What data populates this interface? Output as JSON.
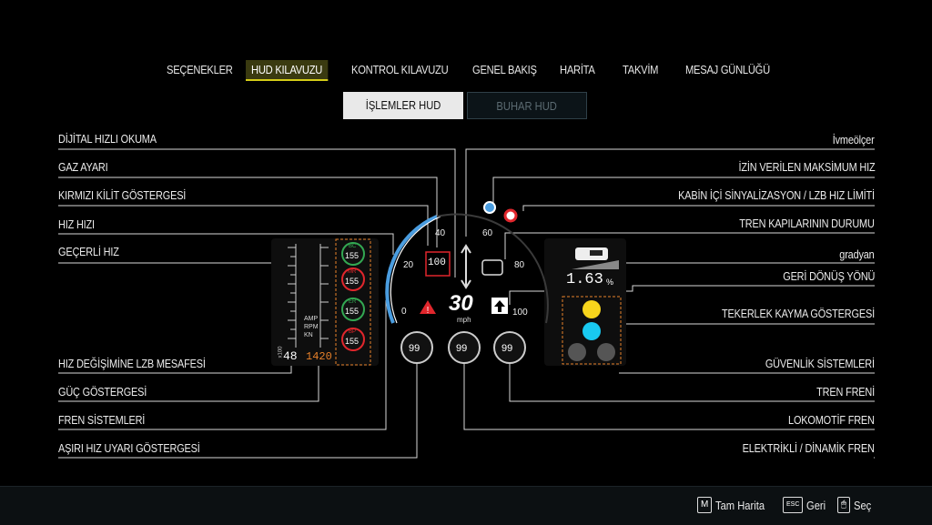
{
  "nav": {
    "tabs": [
      "SEÇENEKLER",
      "HUD KILAVUZU",
      "KONTROL KILAVUZU",
      "GENEL BAKIŞ",
      "HARİTA",
      "TAKVİM",
      "MESAJ GÜNLÜĞÜ"
    ],
    "active": "HUD KILAVUZU"
  },
  "subtabs": {
    "islemler": "İŞLEMLER HUD",
    "buhar": "BUHAR HUD"
  },
  "labels_left": {
    "digital_speed": "DİJİTAL HIZLI OKUMA",
    "throttle": "GAZ AYARI",
    "red_lock": "KIRMIZI KİLİT GÖSTERGESİ",
    "speed_rate": "HIZ HIZI",
    "current_speed": "GEÇERLİ HIZ",
    "lzb_distance": "HIZ DEĞİŞİMİNE LZB MESAFESİ",
    "power": "GÜÇ GÖSTERGESİ",
    "brake_systems": "FREN SİSTEMLERİ",
    "overspeed": "AŞIRI HIZ UYARI GÖSTERGESİ"
  },
  "labels_right": {
    "accelerometer": "İvmeölçer",
    "max_speed": "İZİN VERİLEN MAKSİMUM HIZ",
    "cab_signal": "KABİN İÇİ SİNYALİZASYON / LZB HIZ LİMİTİ",
    "doors": "TREN KAPILARININ DURUMU",
    "gradient": "gradyan",
    "reverser": "GERİ DÖNÜŞ YÖNÜ",
    "wheelslip": "TEKERLEK KAYMA GÖSTERGESİ",
    "safety": "GÜVENLİK SİSTEMLERİ",
    "train_brake": "TREN FRENİ",
    "loco_brake": "LOKOMOTİF FREN",
    "dynamic_brake": "ELEKTRİKLİ / DİNAMİK FREN"
  },
  "hud": {
    "speed": "30",
    "unit": "mph",
    "ticks": [
      "0",
      "20",
      "40",
      "60",
      "80",
      "100"
    ],
    "gauge_labels": [
      "AMP",
      "RPM",
      "KN"
    ],
    "distance_mult": "x100",
    "distance_value": "48",
    "power_value": "1420",
    "brakes": [
      {
        "tag": "BC",
        "value": "155"
      },
      {
        "tag": "MR",
        "value": "155"
      },
      {
        "tag": "ER",
        "value": "155"
      },
      {
        "tag": "BP",
        "value": "155"
      }
    ],
    "brake_dials": [
      "99",
      "99",
      "99"
    ],
    "gradient_value": "1.63",
    "gradient_unit": "%",
    "red_lock_value": "100",
    "colors": {
      "accent_blue": "#4a9de0",
      "red": "#e0262c",
      "yellow": "#f7d51c",
      "cyan": "#19c9f0",
      "green": "#33a852",
      "orange": "#e8812a"
    }
  },
  "footer": [
    {
      "key": "M",
      "label": "Tam Harita"
    },
    {
      "key": "ESC",
      "label": "Geri"
    },
    {
      "key": "🖱",
      "label": "Seç"
    }
  ]
}
